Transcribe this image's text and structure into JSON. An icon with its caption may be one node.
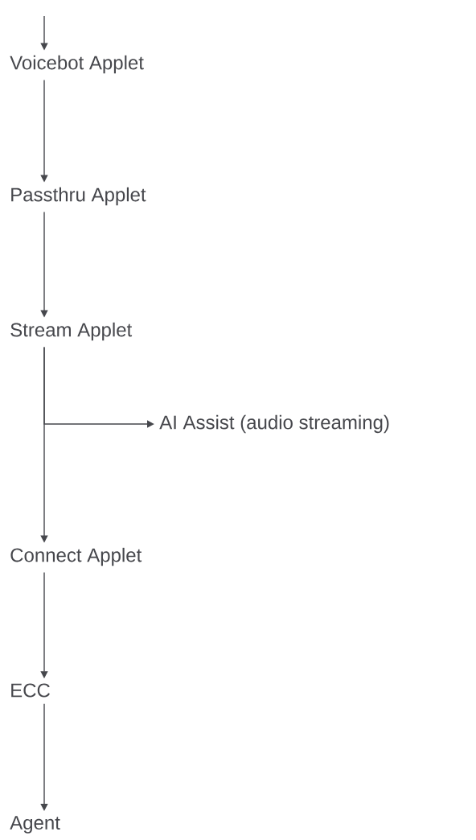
{
  "diagram": {
    "nodes": [
      {
        "text": [
          "Voicebot Applet"
        ]
      },
      {
        "text": [
          "Passthru Applet"
        ]
      },
      {
        "text": [
          "Stream Applet"
        ]
      },
      {
        "text": [
          "AI Assist (audio streaming)"
        ]
      },
      {
        "text": [
          "Connect Applet"
        ]
      },
      {
        "text": [
          "ECC"
        ]
      },
      {
        "text": [
          "Agent"
        ]
      }
    ],
    "edges": [
      {
        "from": null,
        "to": 0,
        "arrow": "to"
      },
      {
        "from": 0,
        "to": 1,
        "arrow": "to"
      },
      {
        "from": 1,
        "to": 2,
        "arrow": "to"
      },
      {
        "from": 2,
        "to": 3,
        "arrow": "to"
      },
      {
        "from": 2,
        "to": 4,
        "arrow": "to"
      },
      {
        "from": 4,
        "to": 5,
        "arrow": "to"
      },
      {
        "from": 5,
        "to": 6,
        "arrow": "to"
      }
    ]
  }
}
